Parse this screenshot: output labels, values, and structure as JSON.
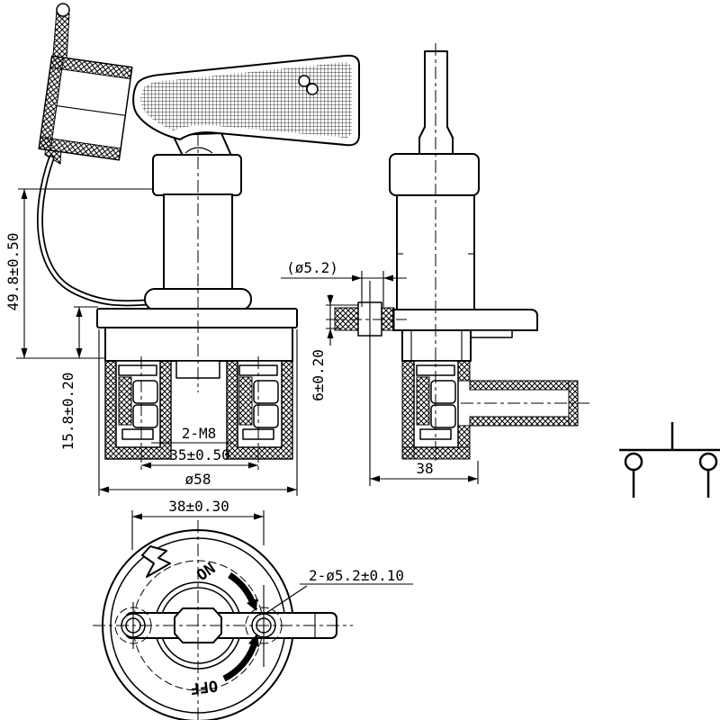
{
  "colors": {
    "line": "#000000",
    "background": "#ffffff"
  },
  "front_view": {
    "dim_height_upper": "49.8±0.50",
    "dim_height_base": "15.8±0.20",
    "label_terminals": "2-M8",
    "dim_terminal_spacing": "35±0.50",
    "dim_flange_diameter": "ø58"
  },
  "side_view": {
    "dim_pin_diameter": "(ø5.2)",
    "dim_pin_height": "6±0.20",
    "dim_depth": "38"
  },
  "top_view": {
    "dim_hole_spacing": "38±0.30",
    "label_mounting_holes": "2-ø5.2±0.10",
    "label_on": "ON",
    "label_off": "OFF"
  }
}
